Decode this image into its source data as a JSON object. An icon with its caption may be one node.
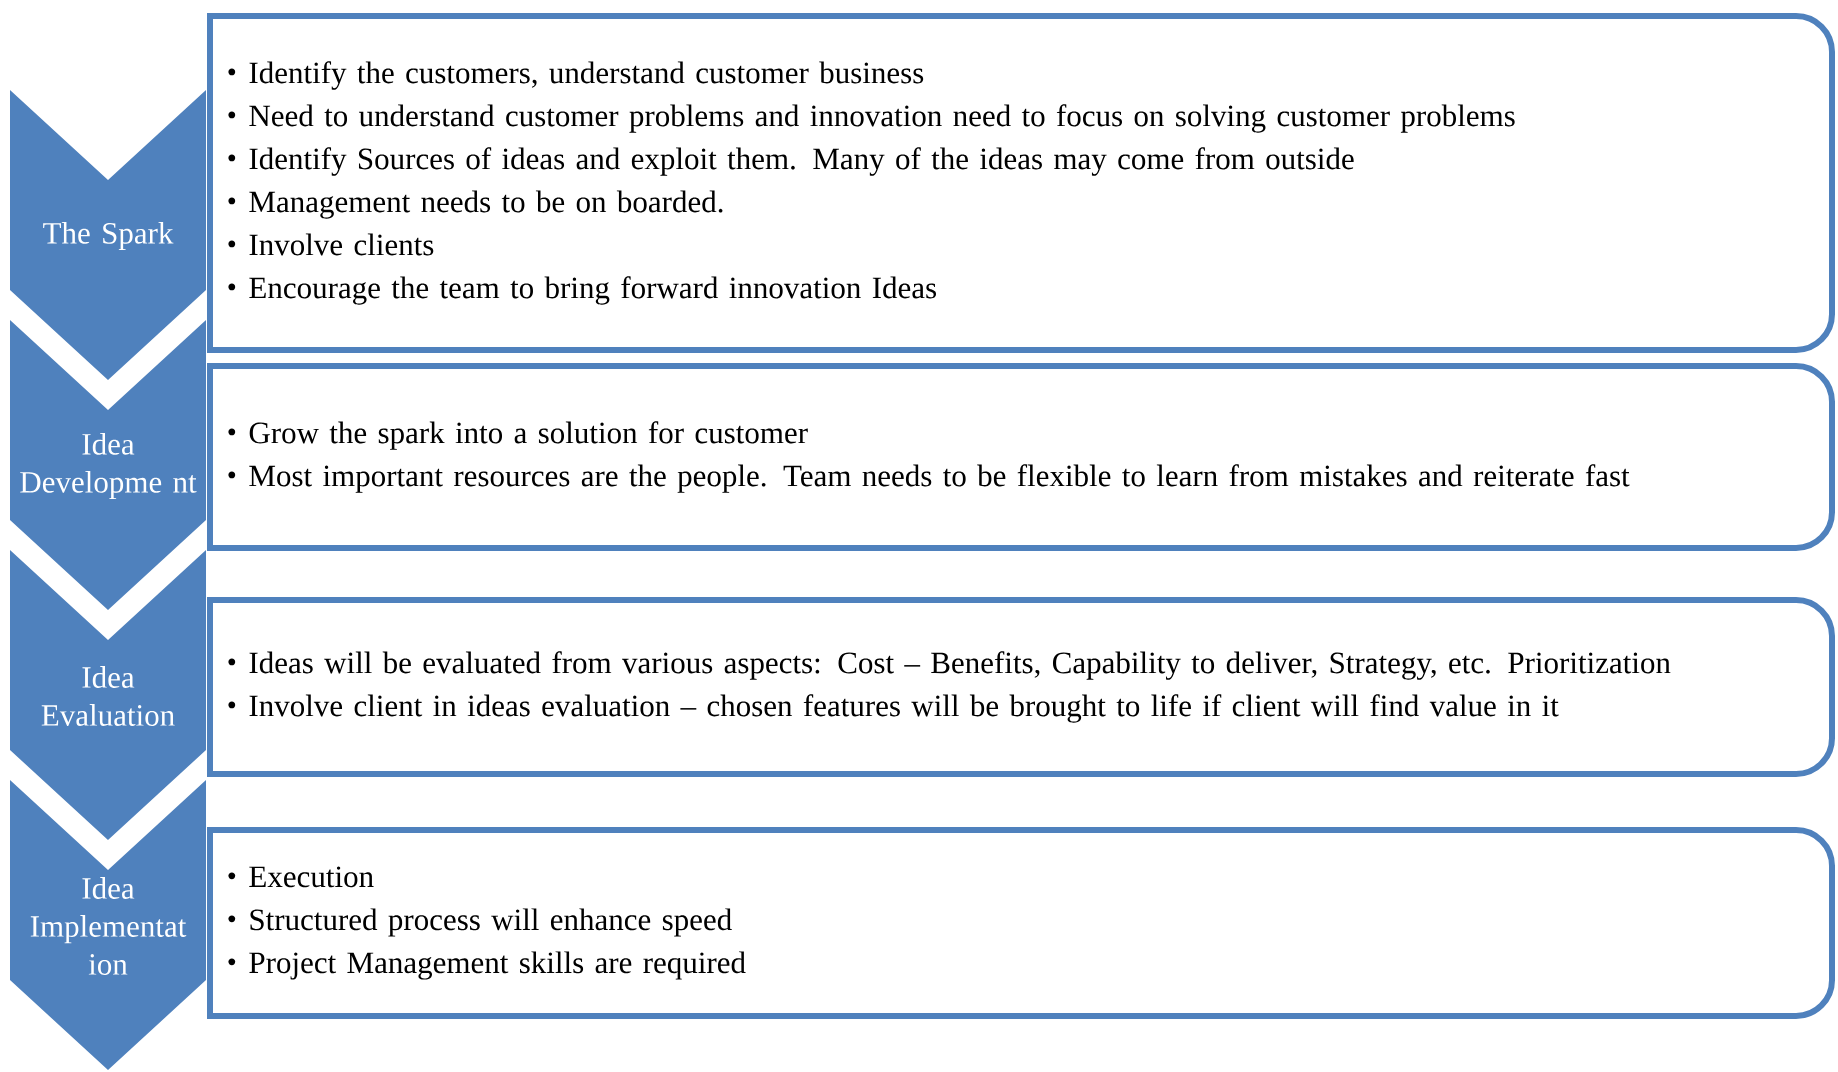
{
  "diagram": {
    "nodes": [
      {
        "text": [
          "The Spark"
        ]
      },
      {
        "text": [
          "Identify the customers, understand customer business",
          "Need to understand customer problems and innovation need to focus on solving customer problems",
          "Identify Sources of ideas and exploit them. Many of the ideas may come from outside",
          "Management needs to be on boarded.",
          "Involve clients",
          "Encourage the team to bring forward innovation Ideas"
        ]
      },
      {
        "text": [
          "Idea Developme nt"
        ]
      },
      {
        "text": [
          "Grow the spark into a solution for customer",
          "Most important resources are the people. Team needs to be flexible to learn from mistakes and reiterate fast"
        ]
      },
      {
        "text": [
          "Idea Evaluation"
        ]
      },
      {
        "text": [
          "Ideas will be evaluated from various aspects: Cost – Benefits, Capability to deliver, Strategy, etc. Prioritization",
          "Involve client in ideas evaluation – chosen features will be brought to life if client will find value in it"
        ]
      },
      {
        "text": [
          "Idea Implementat ion"
        ]
      },
      {
        "text": [
          "Execution",
          "Structured process will enhance speed",
          "Project Management skills are required"
        ]
      }
    ]
  }
}
